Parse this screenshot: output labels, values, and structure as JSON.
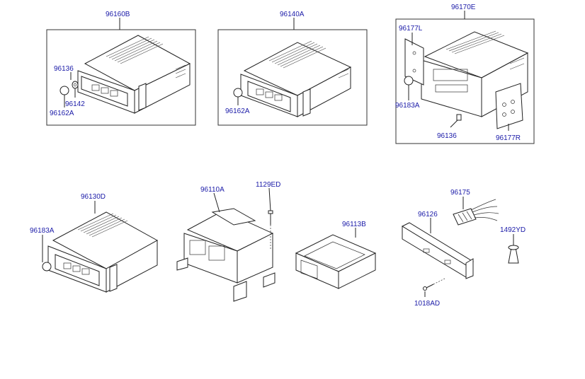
{
  "labels": {
    "p96160B": "96160B",
    "p96140A": "96140A",
    "p96170E": "96170E",
    "p96136_a": "96136",
    "p96142": "96142",
    "p96162A_a": "96162A",
    "p96162A_b": "96162A",
    "p96177L": "96177L",
    "p96183A_a": "96183A",
    "p96136_b": "96136",
    "p96177R": "96177R",
    "p96130D": "96130D",
    "p96183A_b": "96183A",
    "p96110A": "96110A",
    "p1129ED": "1129ED",
    "p96113B": "96113B",
    "p96175": "96175",
    "p96126": "96126",
    "p1492YD": "1492YD",
    "p1018AD": "1018AD"
  },
  "colors": {
    "label": "#1a1aa8",
    "line": "#222222",
    "background": "#ffffff"
  }
}
